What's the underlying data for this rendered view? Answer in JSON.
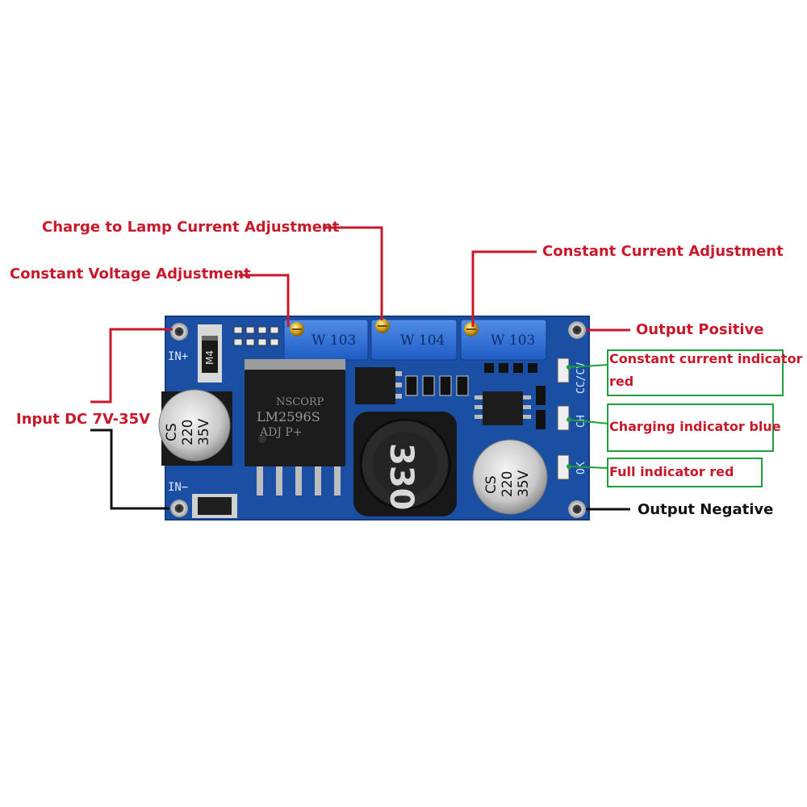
{
  "labels": {
    "lamp_current": "Charge to Lamp Current Adjustment",
    "constant_voltage": "Constant Voltage Adjustment",
    "constant_current": "Constant Current Adjustment",
    "output_positive": "Output Positive",
    "input_dc": "Input DC 7V-35V",
    "output_negative": "Output Negative",
    "cc_indicator_line1": "Constant current indicator",
    "cc_indicator_line2": "red",
    "charging_indicator": "Charging indicator blue",
    "full_indicator": "Full indicator red"
  },
  "board": {
    "pot_left": "W 103",
    "pot_mid": "W 104",
    "pot_right": "W 103",
    "ic_brand": "NSCORP",
    "ic_model": "LM2596S",
    "ic_suffix": "ADJ  P+",
    "cap_left": [
      "CS",
      "220",
      "35V"
    ],
    "cap_right": [
      "CS",
      "220",
      "35V"
    ],
    "inductor": "330",
    "diode": "M4",
    "silk_in_plus": "IN+",
    "silk_in_minus": "IN−",
    "silk_cc_cv": "CC/CV",
    "silk_ch": "CH",
    "silk_ok": "OK"
  },
  "colors": {
    "label_red": "#c8192b",
    "box_green": "#1e9e3e",
    "pcb_blue": "#1e57b0"
  }
}
